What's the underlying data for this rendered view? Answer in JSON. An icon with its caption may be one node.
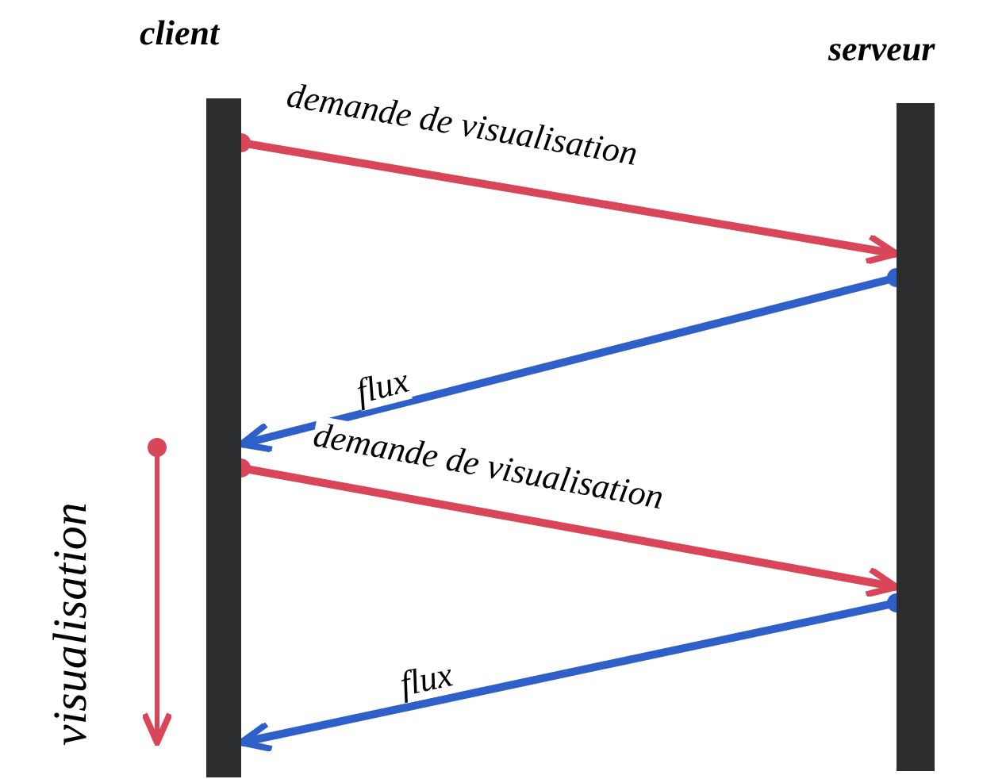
{
  "diagram": {
    "nodes": [
      {
        "text": [
          "client"
        ]
      },
      {
        "text": [
          "serveur"
        ]
      }
    ],
    "edges": [
      {
        "from": 0,
        "to": 1,
        "arrow": "to",
        "label": "demande de visualisation",
        "color": "#d9465a"
      },
      {
        "from": 1,
        "to": 0,
        "arrow": "to",
        "label": "flux",
        "color": "#2f5fc8"
      },
      {
        "from": 0,
        "to": 1,
        "arrow": "to",
        "label": "demande de visualisation",
        "color": "#d9465a"
      },
      {
        "from": 1,
        "to": 0,
        "arrow": "to",
        "label": "flux",
        "color": "#2f5fc8"
      }
    ],
    "labels": [
      "visualisation"
    ]
  }
}
